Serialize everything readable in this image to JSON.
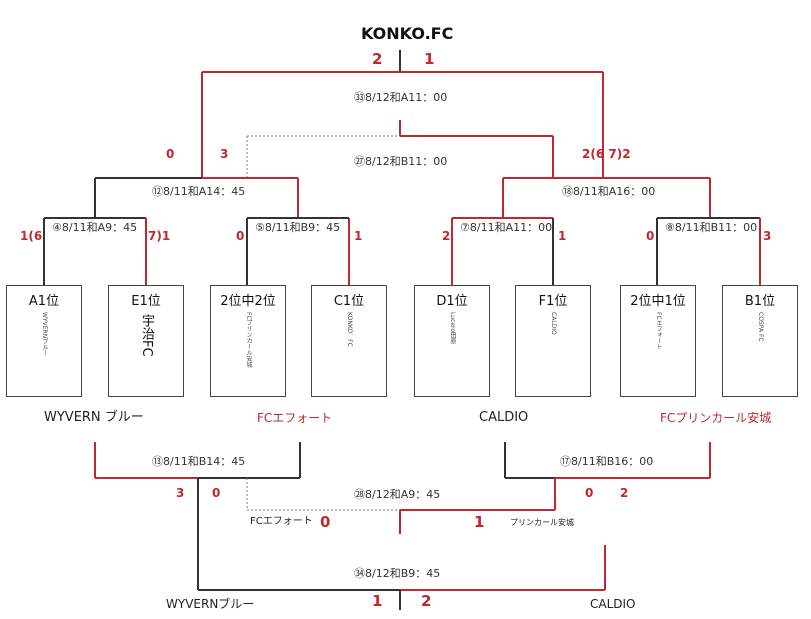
{
  "title": "KONKO.FC",
  "colors": {
    "win_line": "#c0282d",
    "line": "#333333",
    "dotted": "#777777"
  },
  "final": {
    "label": "㉝8/12和A11：00",
    "left_score": "2",
    "right_score": "1"
  },
  "third_place_semifinal": {
    "label": "㉗8/12和B11：00"
  },
  "semifinal_left": {
    "label": "⑫8/11和A14：45",
    "left_score": "0",
    "right_score": "3"
  },
  "semifinal_right": {
    "label": "⑱8/11和A16：00",
    "score": "2(6 7)2"
  },
  "qf1": {
    "label": "④8/11和A9：45",
    "left_score": "1(6",
    "right_score": "7)1"
  },
  "qf2": {
    "label": "⑤8/11和B9：45",
    "left_score": "0",
    "right_score": "1"
  },
  "qf3": {
    "label": "⑦8/11和A11：00",
    "left_score": "2",
    "right_score": "1"
  },
  "qf4": {
    "label": "⑧8/11和B11：00",
    "left_score": "0",
    "right_score": "3"
  },
  "teams": [
    {
      "rank": "A1位",
      "name": "WYVERNブルー",
      "big": false
    },
    {
      "rank": "E1位",
      "name": "宇治FC",
      "big": true
    },
    {
      "rank": "2位中2位",
      "name": "FCプリンカール安城",
      "big": false
    },
    {
      "rank": "C1位",
      "name": "KONKO．FC",
      "big": false
    },
    {
      "rank": "D1位",
      "name": "Lucero田原",
      "big": false
    },
    {
      "rank": "F1位",
      "name": "CALDIO",
      "big": false
    },
    {
      "rank": "2位中1位",
      "name": "FCエフォート",
      "big": false
    },
    {
      "rank": "B1位",
      "name": "COSPA FC",
      "big": false
    }
  ],
  "losers": {
    "left_team": "WYVERN ブルー",
    "mid_left_team": "FCエフォート",
    "mid_right_team": "CALDIO",
    "right_team": "FCプリンカール安城",
    "match_left": {
      "label": "⑬8/11和B14：45",
      "left_score": "3",
      "right_score": "0"
    },
    "match_right": {
      "label": "⑰8/11和B16：00",
      "left_score": "0",
      "right_score": "2"
    },
    "match_center": {
      "label": "㉘8/12和A9：45",
      "left_name": "FCエフォート",
      "left_score": "0",
      "right_score": "1",
      "right_name": "プリンカール安城"
    },
    "match_bottom": {
      "label": "㉞8/12和B9：45",
      "left_name": "WYVERNブルー",
      "left_score": "1",
      "right_score": "2",
      "right_name": "CALDIO"
    }
  }
}
